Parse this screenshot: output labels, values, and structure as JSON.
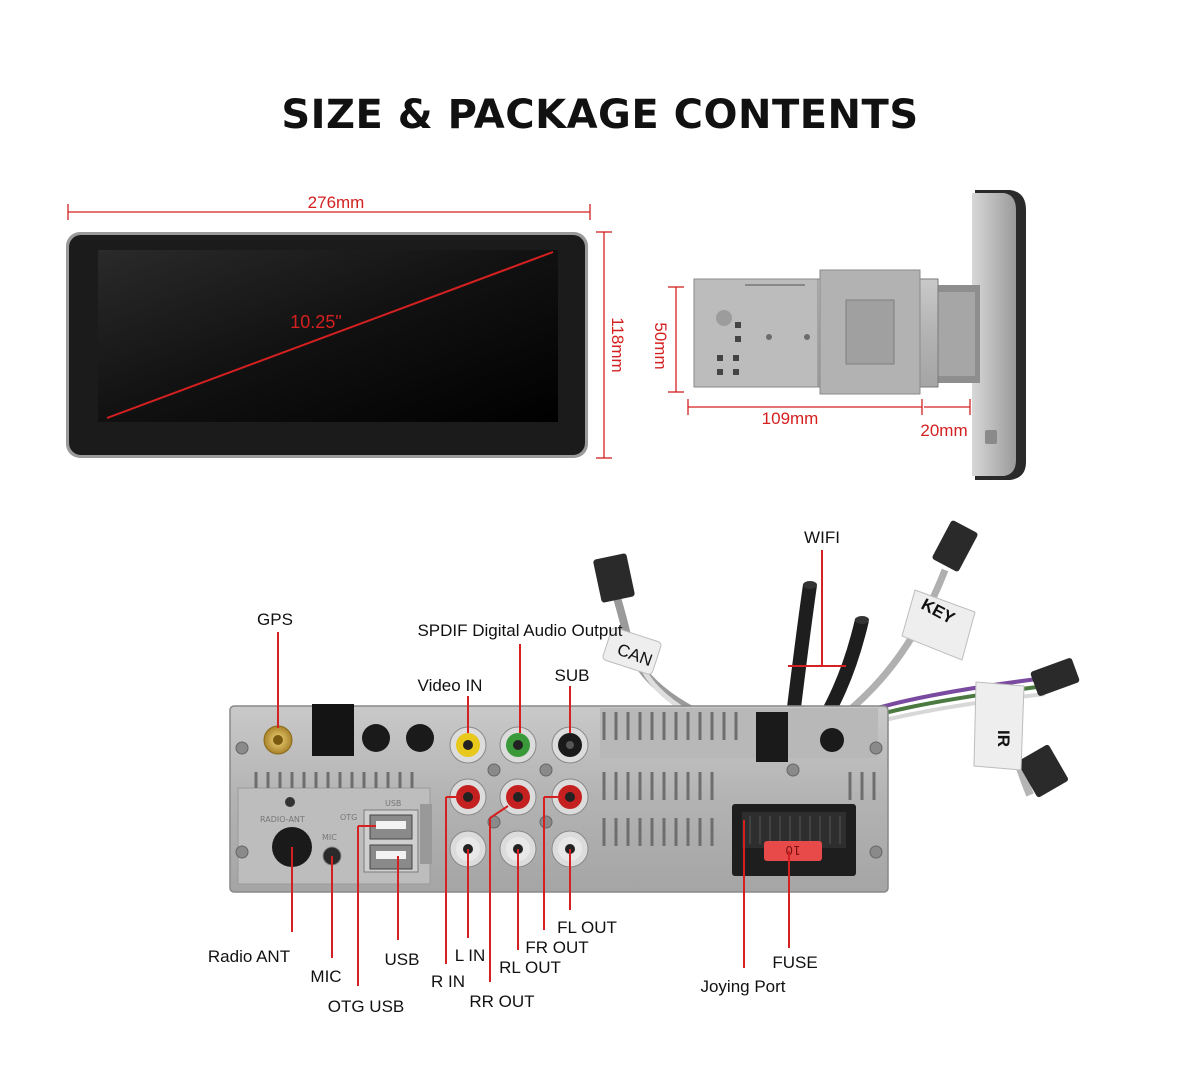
{
  "title": "SIZE & PACKAGE CONTENTS",
  "dimensions": {
    "width": "276mm",
    "height": "118mm",
    "diagonal": "10.25\"",
    "chassis_height": "50mm",
    "chassis_depth": "109mm",
    "screen_depth": "20mm"
  },
  "labels": {
    "wifi": "WIFI",
    "gps": "GPS",
    "spdif": "SPDIF Digital Audio Output",
    "video_in": "Video IN",
    "sub": "SUB",
    "radio_ant": "Radio ANT",
    "mic": "MIC",
    "otg_usb": "OTG USB",
    "usb": "USB",
    "r_in": "R IN",
    "l_in": "L IN",
    "rr_out": "RR OUT",
    "rl_out": "RL OUT",
    "fr_out": "FR OUT",
    "fl_out": "FL OUT",
    "joying_port": "Joying Port",
    "fuse": "FUSE"
  },
  "cable_tags": {
    "can": "CAN",
    "key": "KEY",
    "ir": "IR"
  },
  "panel_text": {
    "radio_ant": "RADIO-ANT",
    "mic": "MIC",
    "otg": "OTG",
    "usb": "USB",
    "fuse_rating": "10"
  },
  "colors": {
    "accent_red": "#d42020",
    "video_in_jack": "#e8c81a",
    "spdif_jack": "#3a9a3a",
    "in_jack_red": "#c42020",
    "out_jack_white": "#e8e8e8",
    "fuse": "#e84a4a"
  }
}
